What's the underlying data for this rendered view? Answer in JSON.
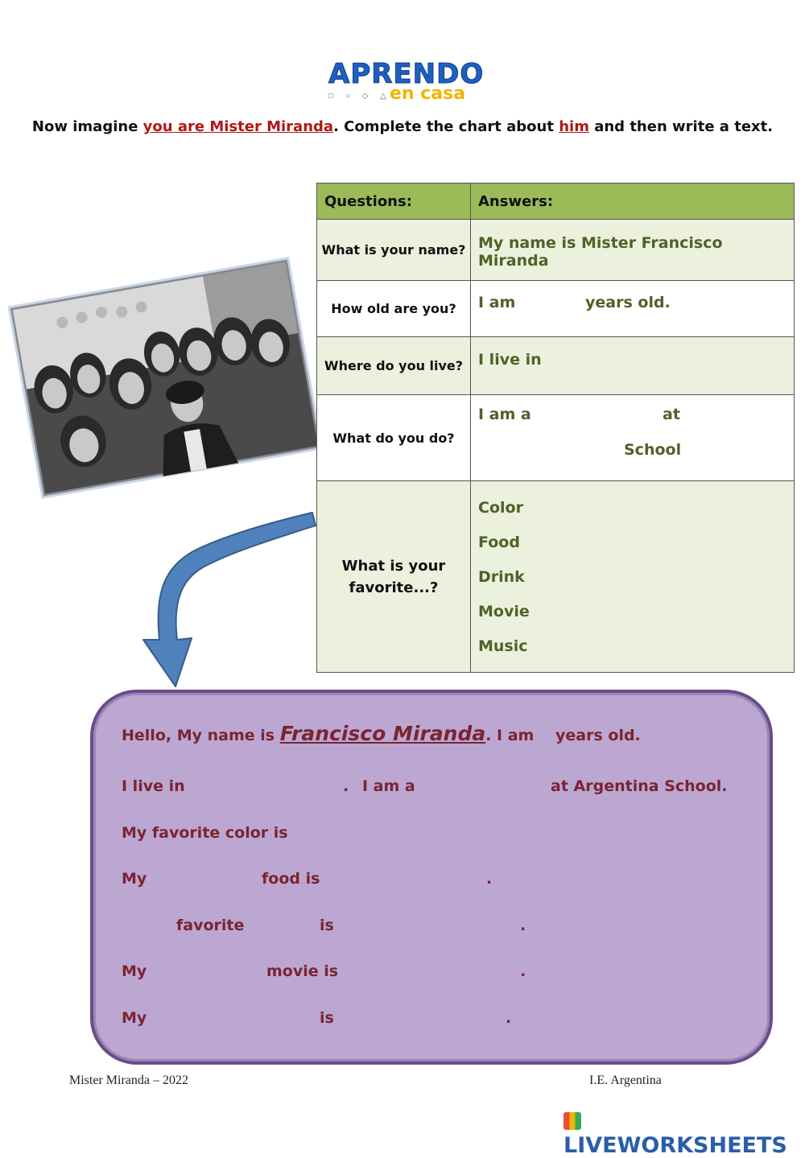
{
  "logo": {
    "line1": "APRENDO",
    "line2": "en casa",
    "shapes": "□ ○ ◇ △"
  },
  "instruction": {
    "part1": "Now imagine ",
    "highlight1": "you are Mister Miranda",
    "part2": ". Complete the chart about ",
    "highlight2": "him",
    "part3": " and then write a text."
  },
  "chart": {
    "headers": [
      "Questions:",
      "Answers:"
    ],
    "rows": [
      {
        "question": "What is your name?",
        "answer": "My name is Mister Francisco Miranda"
      },
      {
        "question": "How old are you?",
        "answer_a": "I am",
        "answer_b": "years old."
      },
      {
        "question": "Where do you live?",
        "answer": "I live in"
      },
      {
        "question": "What do you do?",
        "answer_a": "I am a",
        "answer_b": "at",
        "answer_c": "School"
      },
      {
        "question": "What is your favorite...?",
        "items": [
          "Color",
          "Food",
          "Drink",
          "Movie",
          "Music"
        ]
      }
    ]
  },
  "textbox": {
    "l1_a": "Hello, My name is ",
    "l1_name": "Francisco Miranda",
    "l1_b": ".  I am",
    "l1_c": "years old.",
    "l2_a": "I live in",
    "l2_b": ".",
    "l2_c": "I am a",
    "l2_d": "at Argentina School.",
    "l3": "My favorite color is",
    "l4_a": "My",
    "l4_b": "food is",
    "l4_c": ".",
    "l5_a": "favorite",
    "l5_b": "is",
    "l5_c": ".",
    "l6_a": "My",
    "l6_b": "movie is",
    "l6_c": ".",
    "l7_a": "My",
    "l7_b": "is",
    "l7_c": "."
  },
  "footer": {
    "left": "Mister Miranda – 2022",
    "right": "I.E. Argentina",
    "brand": "LIVEWORKSHEETS"
  },
  "colors": {
    "header_green": "#9bbb59",
    "row_shade": "#ebf1dd",
    "answer_text": "#4f6228",
    "box_purple": "#bca7d3",
    "box_text": "#7b2430",
    "arrow_blue": "#4f81bd"
  }
}
